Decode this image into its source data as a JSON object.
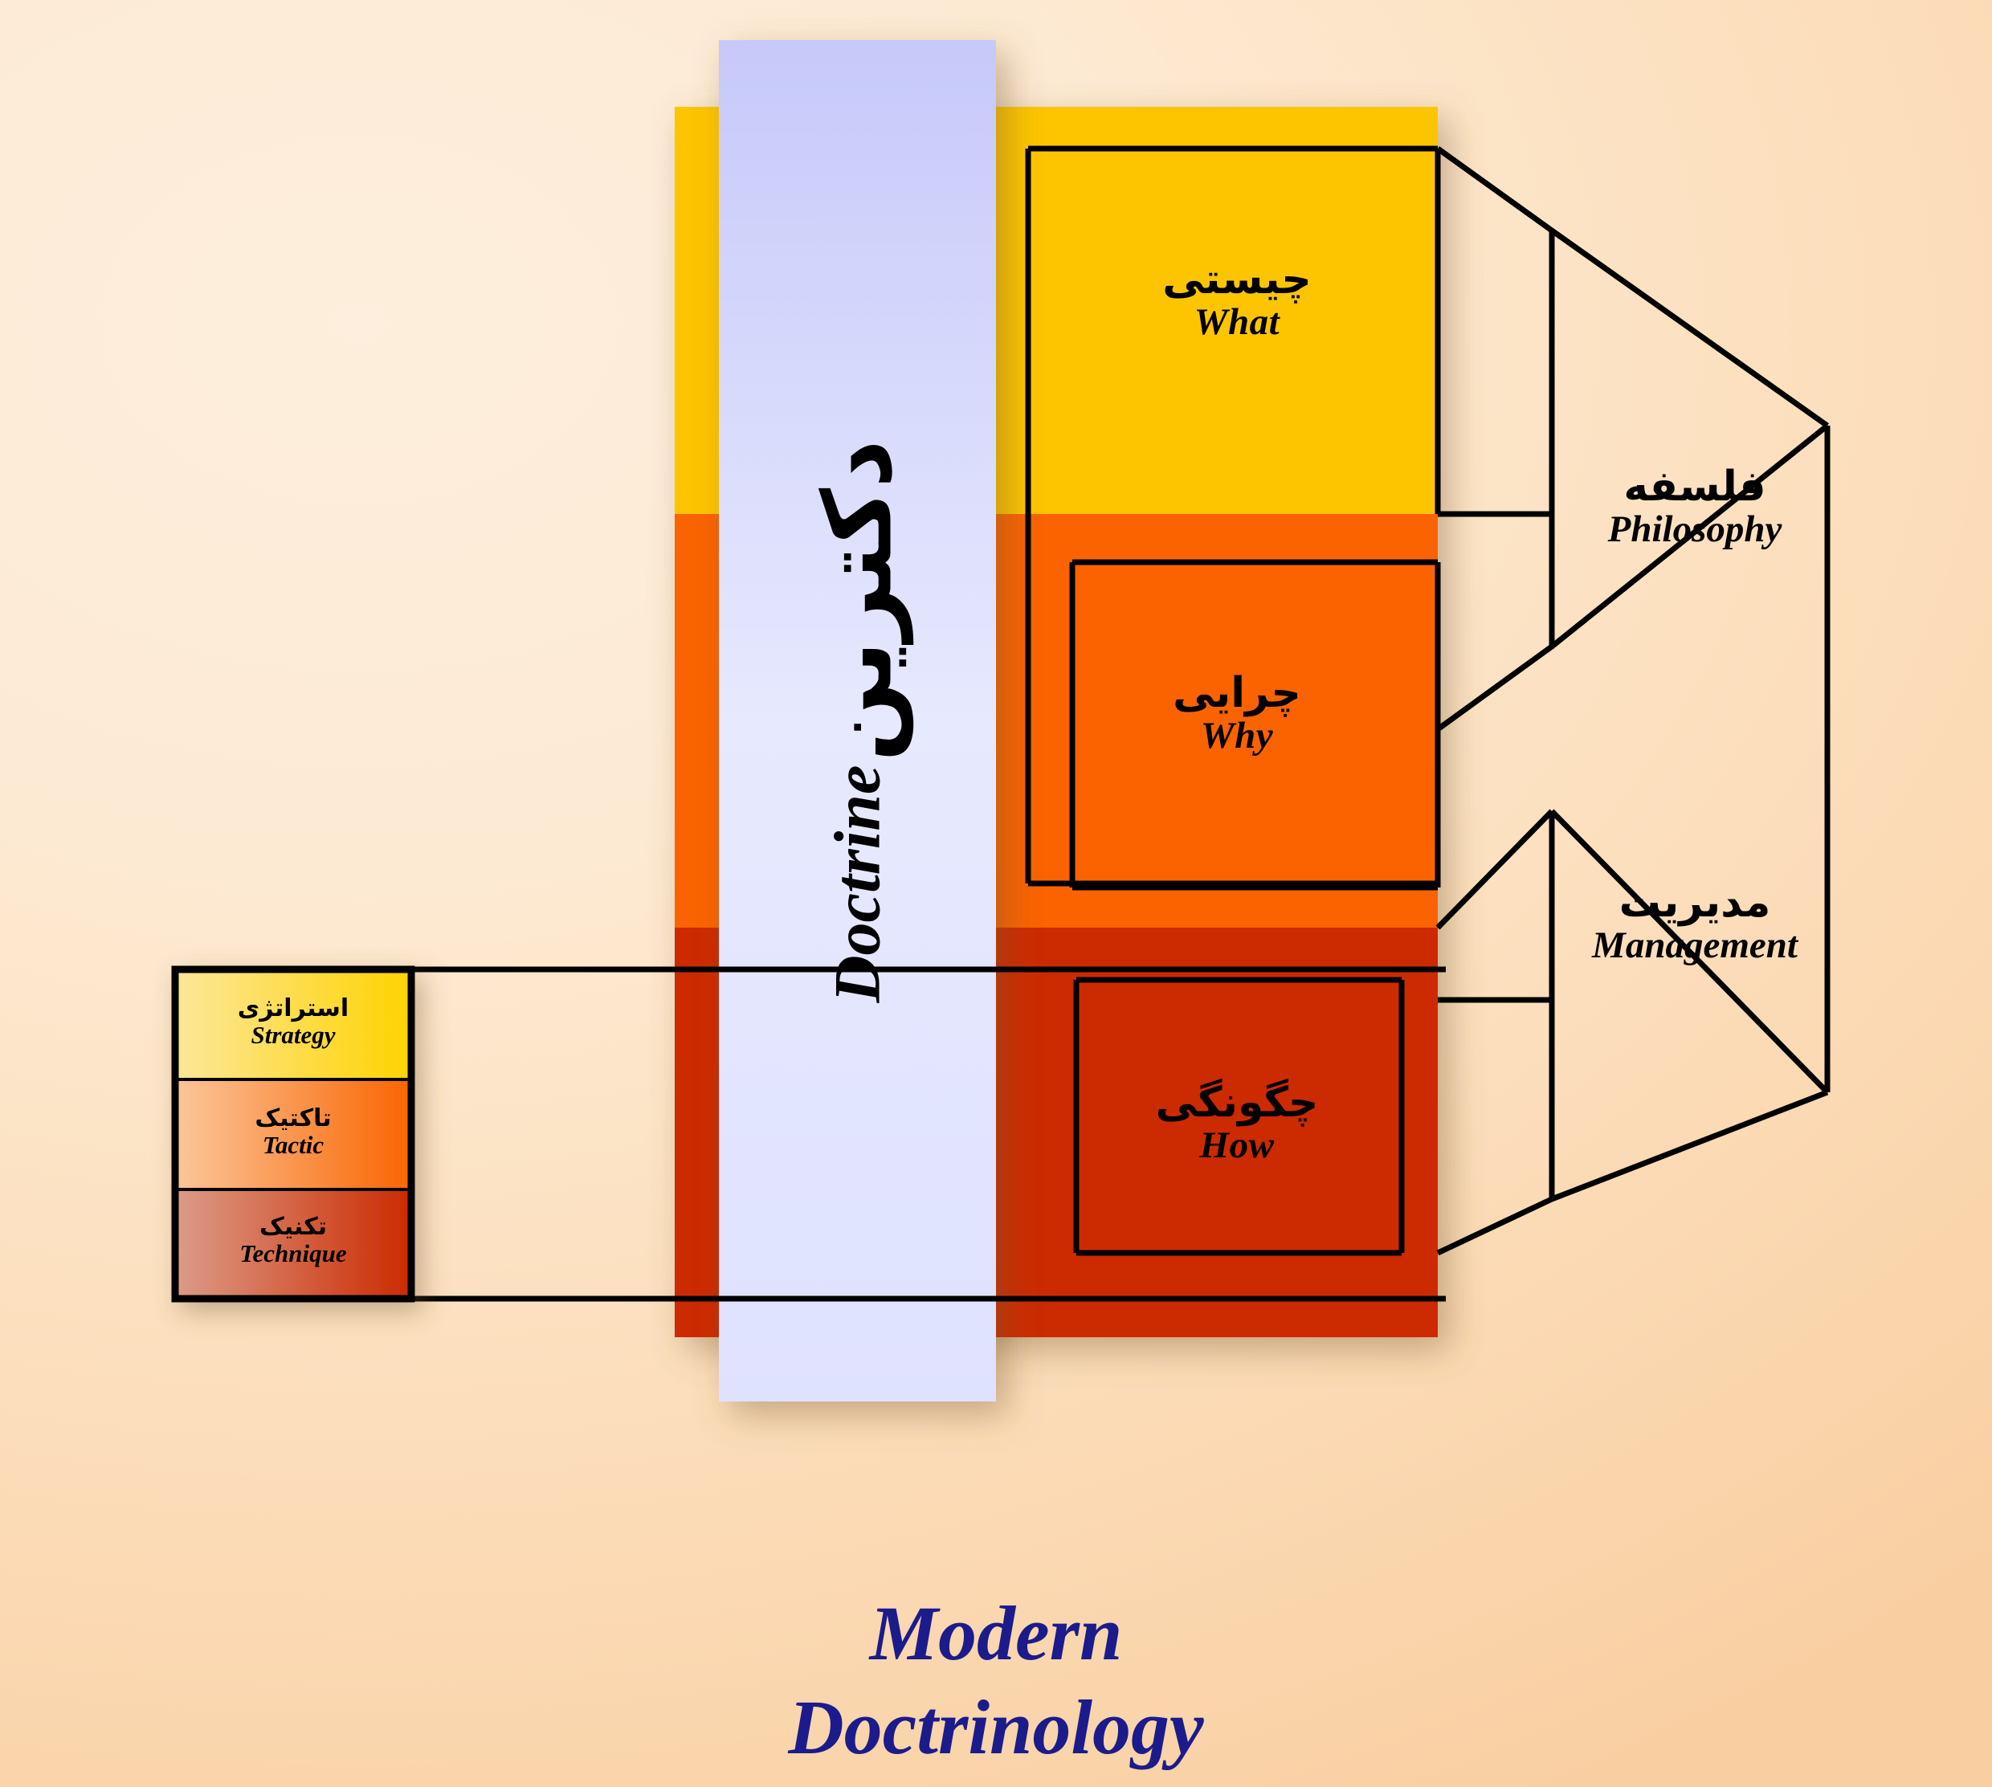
{
  "title": {
    "line1": "Modern",
    "line2": "Doctrinology",
    "color": "#1c1b8c"
  },
  "doctrine": {
    "fa": "دکترین",
    "en": "Doctrine",
    "fill_top": "#c9cbf8",
    "fill_bottom": "#eef0ff"
  },
  "bands": [
    {
      "id": "what",
      "fa": "چیستی",
      "en": "What",
      "color": "#FDC500"
    },
    {
      "id": "why",
      "fa": "چرایی",
      "en": "Why",
      "color": "#FA6400"
    },
    {
      "id": "how",
      "fa": "چگونگی",
      "en": "How",
      "color": "#CC2A00"
    }
  ],
  "side_groups": [
    {
      "id": "philosophy",
      "fa": "فلسفه",
      "en": "Philosophy"
    },
    {
      "id": "management",
      "fa": "مدیریت",
      "en": "Management"
    }
  ],
  "legend": {
    "items": [
      {
        "id": "strategy",
        "fa": "استراتژی",
        "en": "Strategy",
        "c1": "#FCE79A",
        "c2": "#FFD300"
      },
      {
        "id": "tactic",
        "fa": "تاکتیک",
        "en": "Tactic",
        "c1": "#FBC79B",
        "c2": "#FA6400"
      },
      {
        "id": "technique",
        "fa": "تکنیک",
        "en": "Technique",
        "c1": "#DB9A86",
        "c2": "#CC2A00"
      }
    ]
  },
  "palette": {
    "background_light": "#fdeedd",
    "background_dark": "#f9cfa2",
    "stroke": "#000000",
    "yellow": "#FDC500",
    "orange": "#FA6400",
    "red": "#CC2A00",
    "lavender": "#c9cbf8"
  }
}
